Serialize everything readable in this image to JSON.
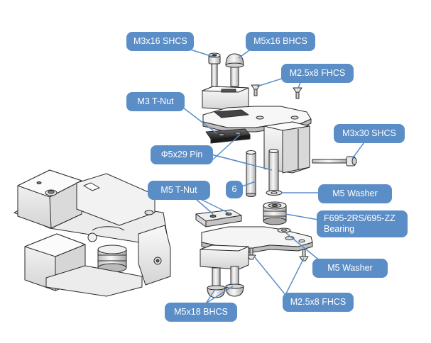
{
  "callouts": {
    "m3x16_shcs": "M3x16 SHCS",
    "m5x16_bhcs": "M5x16 BHCS",
    "m2_5x8_fhcs_top": "M2.5x8 FHCS",
    "m3_tnut": "M3 T-Nut",
    "m3x30_shcs": "M3x30 SHCS",
    "pin_5x29": "Φ5x29 Pin",
    "m5_tnut": "M5 T-Nut",
    "qty_6": "6",
    "m5_washer_top": "M5 Washer",
    "bearing_line1": "F695-2RS/695-ZZ",
    "bearing_line2": "Bearing",
    "m5_washer_bottom": "M5 Washer",
    "m5x18_bhcs": "M5x18 BHCS",
    "m2_5x8_fhcs_bottom": "M2.5x8 FHCS"
  },
  "colors": {
    "callout_fill": "#5b8ec7",
    "callout_text": "#ffffff",
    "leader_line": "#5b8ec7",
    "part_outline": "#2a2a2a",
    "part_fill_light": "#f4f4f4",
    "part_fill_mid": "#d9d9d9",
    "part_fill_dark": "#3a3a3a"
  }
}
